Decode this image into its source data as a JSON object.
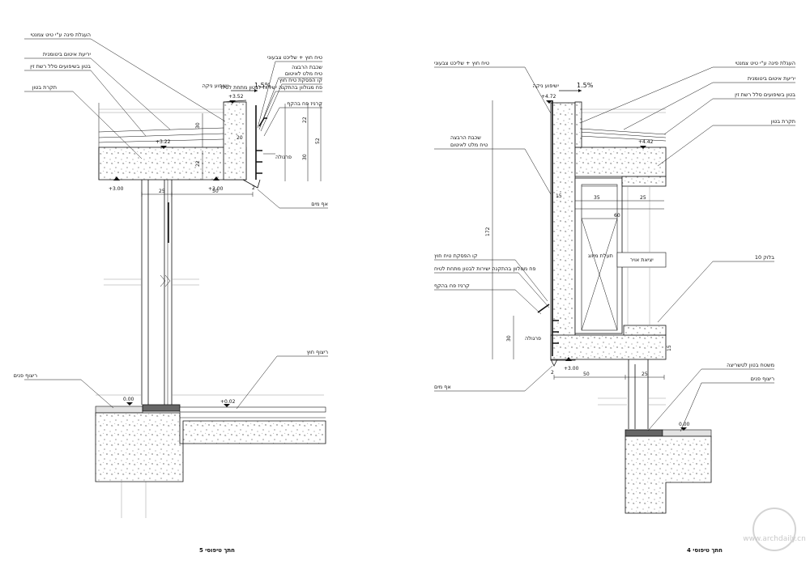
{
  "left_detail": {
    "title": "חתך טיפוסי 5",
    "labels": {
      "top1": "העגלת פינה ע\"י טיט צמנטי",
      "top2": "יריעת איטום ביטומנית",
      "top3": "בטון בשיפועים סלל רשת זין",
      "top4": "תקרת בטון",
      "r1": "טיח חוץ + שליכט צבעוני",
      "r2": "שכבת הרבצה",
      "r3": "טיח מלט לאיטום",
      "r4": "קו הפסקת טיח חוץ",
      "r5": "פח מגולוון בהתקנה ישירות לבטון מתחת לטיח",
      "r6": "קרניז פח בהקף",
      "pergola": "פרגולה",
      "drip": "אף מים",
      "slope_label": "ישיפוע ניקה",
      "slope": "1.5%",
      "ext_floor": "ריצוף חוץ",
      "int_floor": "ריצוף פנים"
    },
    "levels": [
      "+3.52",
      "+3.22",
      "+3.00",
      "+3.00",
      "0.00",
      "+0.02"
    ],
    "dims": [
      "30",
      "20",
      "22",
      "22",
      "30",
      "52",
      "25",
      "50",
      "2"
    ]
  },
  "right_detail": {
    "title": "חתך טיפוסי 4",
    "labels": {
      "top1": "העגלת פינה ע\"י טיט צמנטי",
      "top2": "יריעת איטום ביטומנית",
      "top3": "בטון בשיפועים סלל רשת זין",
      "top4": "תקרת בטון",
      "l1": "טיח חוץ + שליכט צבעוני",
      "l2": "שכבת הרבצה",
      "l3": "טיח מלט לאיטום",
      "l4": "קו הפסקת טיח חוץ",
      "l5": "פח מגולוון בהתקנה ישירות לבטון מתחת לטיח",
      "l6": "קרניז פח בהקף",
      "pergola": "פרגולה",
      "drip": "אף מים",
      "slope_label": "ישיפוע ניקה",
      "slope": "1.5%",
      "ac": "תעלת מיזוג",
      "air": "יציאת אויר",
      "block": "בלוק 10",
      "grout": "משטח בטון לטשריצה",
      "int_floor": "ריצוף פנים"
    },
    "levels": [
      "+4.72",
      "+4.42",
      "+3.00",
      "0.00"
    ],
    "dims": [
      "35",
      "25",
      "60",
      "15",
      "172",
      "30",
      "15",
      "50",
      "25",
      "2"
    ]
  },
  "watermark": "www.archdaily.cn"
}
